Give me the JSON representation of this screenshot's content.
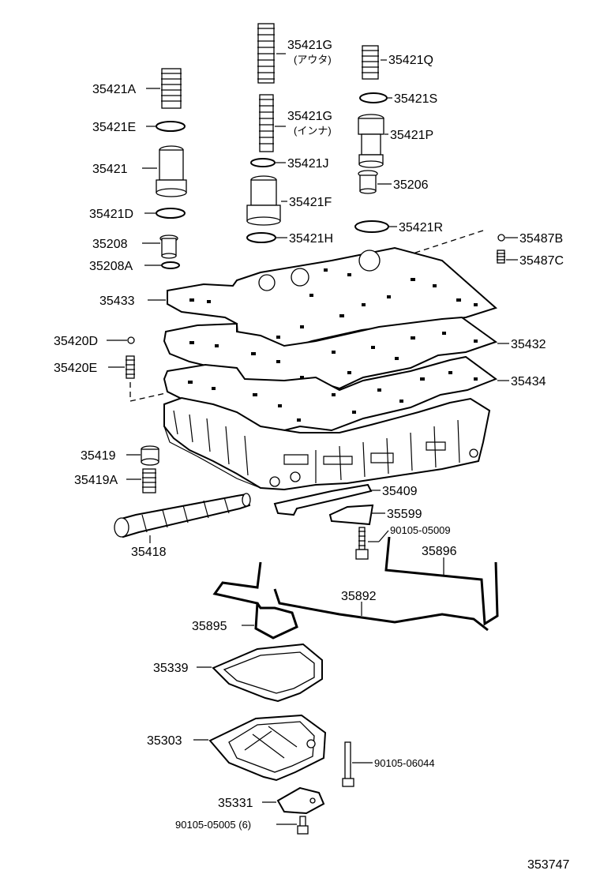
{
  "diagram": {
    "code": "353747",
    "parts": {
      "p35421G_outer": "35421G",
      "p35421G_outer_note": "(アウタ)",
      "p35421Q": "35421Q",
      "p35421A": "35421A",
      "p35421S": "35421S",
      "p35421G_inner": "35421G",
      "p35421G_inner_note": "(インナ)",
      "p35421E": "35421E",
      "p35421P": "35421P",
      "p35421": "35421",
      "p35421J": "35421J",
      "p35206": "35206",
      "p35421F": "35421F",
      "p35421D": "35421D",
      "p35421R": "35421R",
      "p35208": "35208",
      "p35421H": "35421H",
      "p35487B": "35487B",
      "p35208A": "35208A",
      "p35487C": "35487C",
      "p35433": "35433",
      "p35420D": "35420D",
      "p35432": "35432",
      "p35420E": "35420E",
      "p35434": "35434",
      "p35419": "35419",
      "p35419A": "35419A",
      "p35409": "35409",
      "p35599": "35599",
      "p90105_05009": "90105-05009",
      "p35418": "35418",
      "p35896": "35896",
      "p35892": "35892",
      "p35895": "35895",
      "p35339": "35339",
      "p35303": "35303",
      "p90105_06044": "90105-06044",
      "p35331": "35331",
      "p90105_05005": "90105-05005 (6)"
    }
  }
}
